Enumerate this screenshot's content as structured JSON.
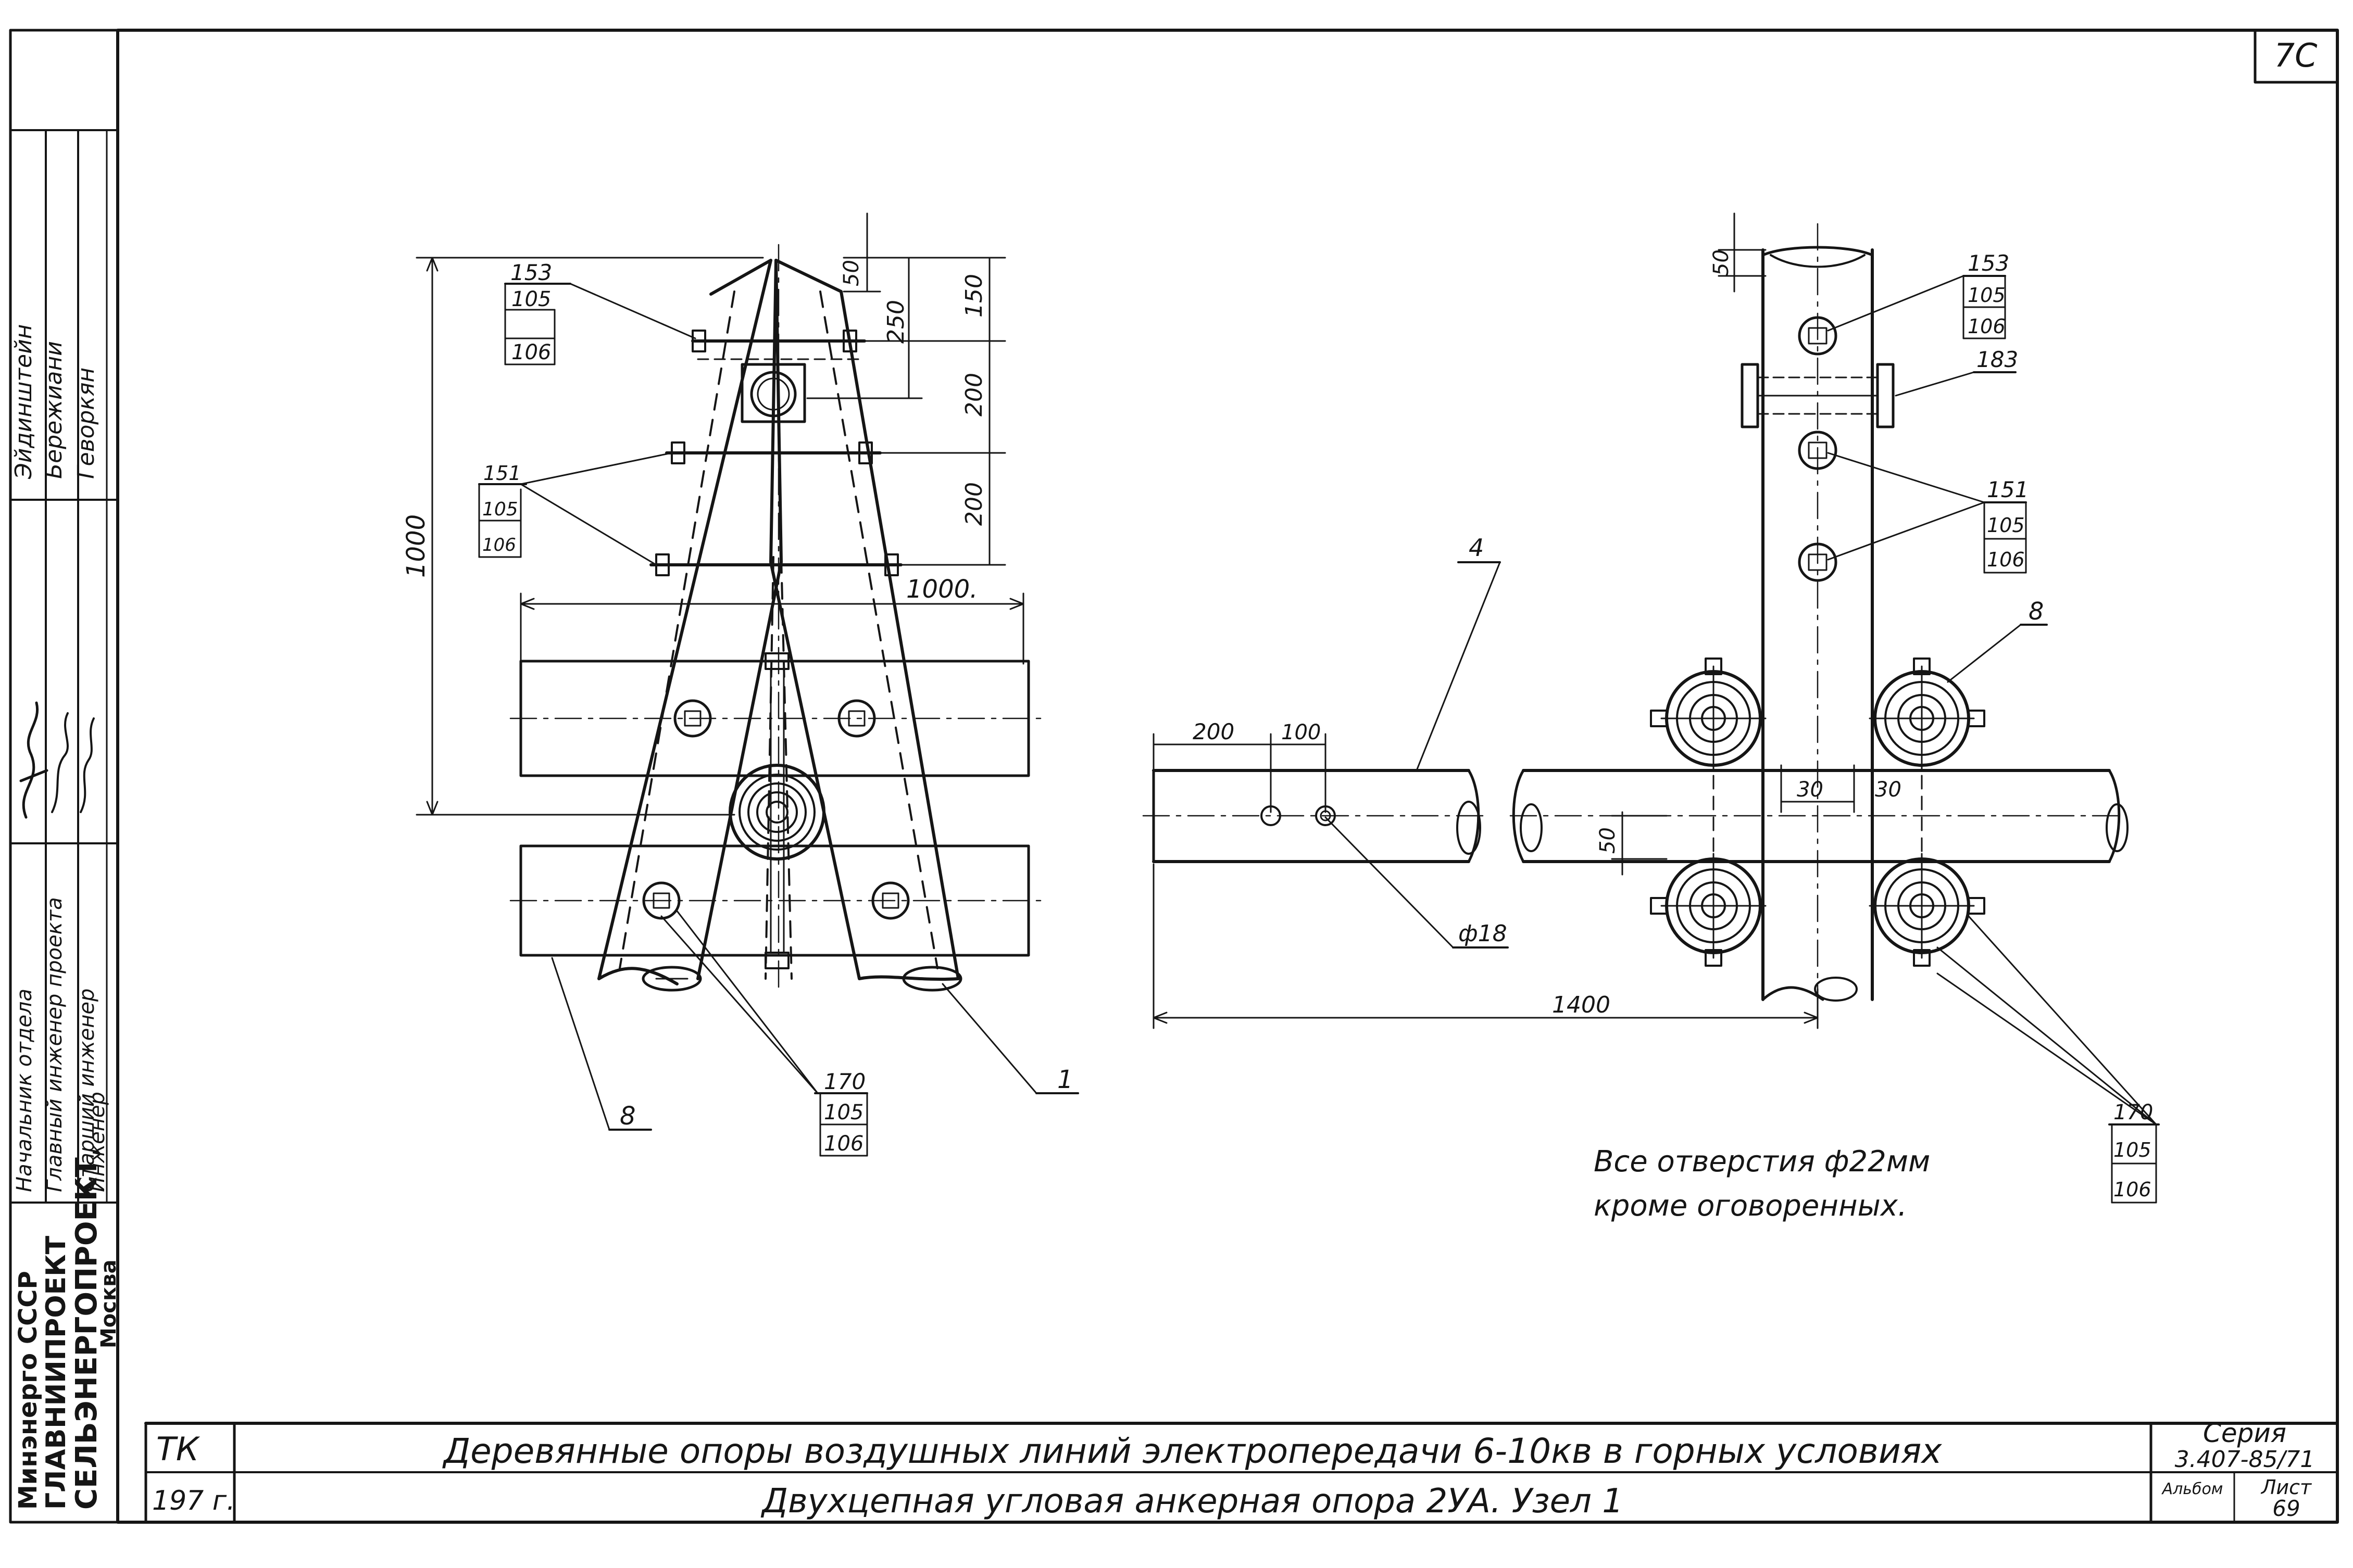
{
  "sheet": {
    "corner_number": "7C",
    "title_block": {
      "code": "ТК",
      "year": "197 г.",
      "title_main": "Деревянные опоры воздушных линий электропередачи 6-10кв в горных условиях",
      "title_sub": "Двухцепная угловая анкерная опора 2УА. Узел 1",
      "series_label": "Серия",
      "series_value": "3.407-85/71",
      "album_label": "Альбом",
      "sheet_label": "Лист",
      "sheet_value": "69"
    },
    "side_stamp": {
      "org_line1": "Минэнерго СССР",
      "org_line2": "ГЛАВНИИПРОЕКТ",
      "org_line3": "СЕЛЬЭНЕРГОПРОЕКТ",
      "org_line4": "Москва",
      "roles": [
        "Начальник отдела",
        "Главный инженер проекта",
        "Старший инженер",
        "Инженер"
      ],
      "names": [
        "Эйдинштейн",
        "Бережиани",
        "Геворкян"
      ]
    },
    "note_line1": "Все отверстия ф22мм",
    "note_line2": "кроме оговоренных."
  },
  "left_view": {
    "callout_153": [
      "153",
      "105",
      "106"
    ],
    "callout_151": [
      "151",
      "105",
      "106"
    ],
    "callout_170": [
      "170",
      "105",
      "106"
    ],
    "dim_1000_vertical": "1000",
    "dim_1000_horizontal": "1000.",
    "dim_50": "50",
    "dim_250": "250",
    "dim_150": "150",
    "dim_200_a": "200",
    "dim_200_b": "200",
    "label_8": "8",
    "label_1": "1"
  },
  "right_view": {
    "callout_153": [
      "153",
      "105",
      "106"
    ],
    "label_183": "183",
    "callout_151": [
      "151",
      "105",
      "106"
    ],
    "callout_170": [
      "170",
      "105",
      "106"
    ],
    "label_8": "8",
    "label_4": "4",
    "dim_50_top": "50",
    "dim_50_side": "50",
    "dim_200": "200",
    "dim_100": "100",
    "dim_30_a": "30",
    "dim_30_b": "30",
    "dim_1400": "1400",
    "hole_label": "ф18"
  }
}
